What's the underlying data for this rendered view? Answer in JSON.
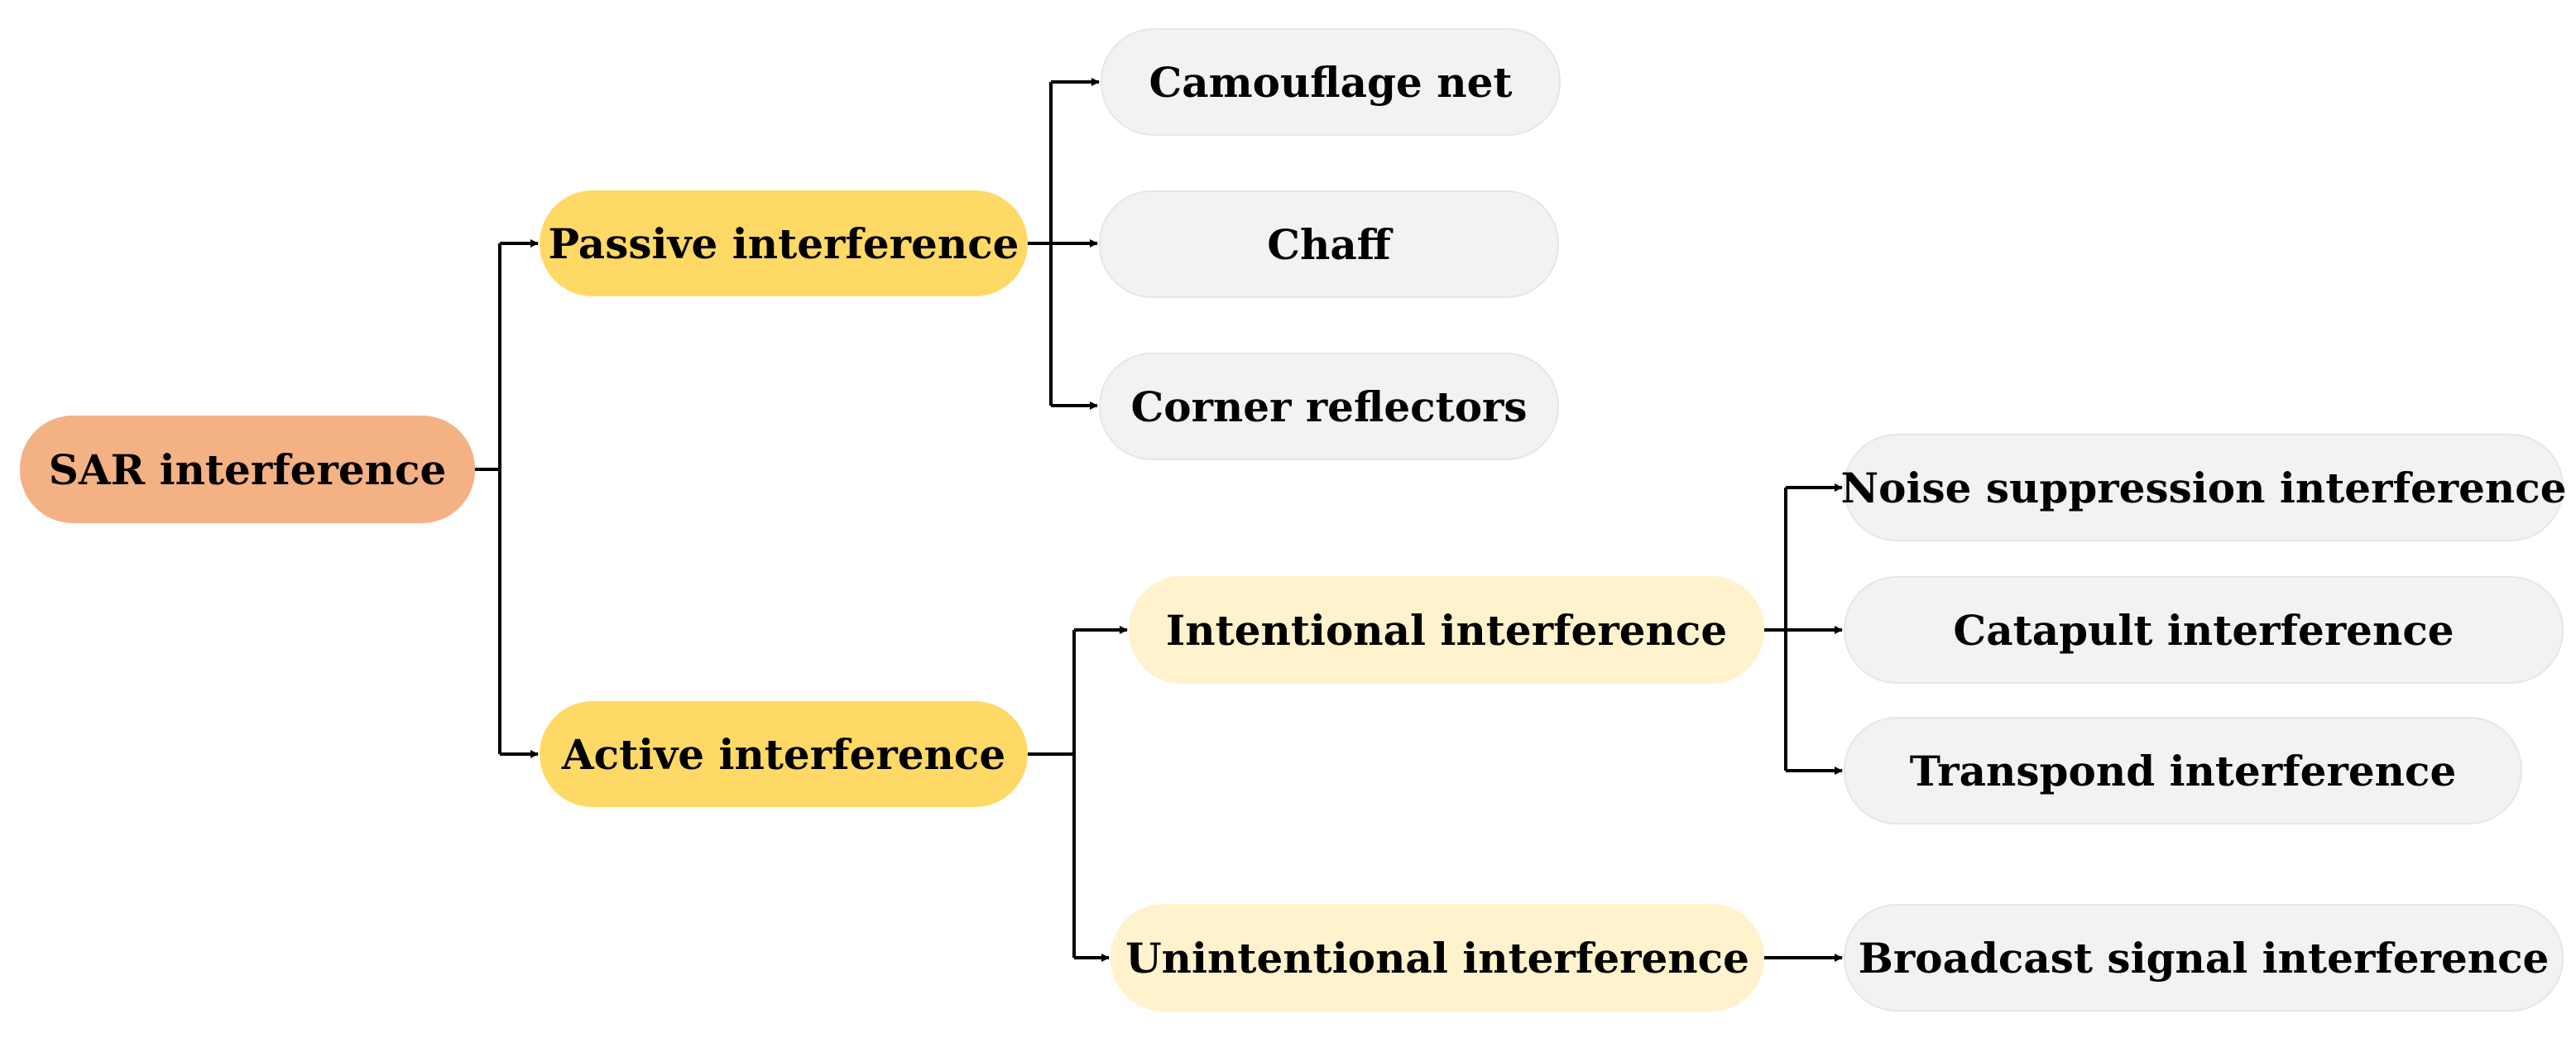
{
  "diagram": {
    "root": {
      "label": "SAR interference",
      "color": "#f4b183"
    },
    "passive": {
      "label": "Passive interference",
      "color": "#ffd966",
      "children": [
        "Camouflage net",
        "Chaff",
        "Corner reflectors"
      ]
    },
    "active": {
      "label": "Active interference",
      "color": "#ffd966",
      "intentional": {
        "label": "Intentional interference",
        "color": "#fff2cc",
        "children": [
          "Noise suppression interference",
          "Catapult interference",
          "Transpond interference"
        ]
      },
      "unintentional": {
        "label": "Unintentional interference",
        "color": "#fff2cc",
        "children": [
          "Broadcast signal interference"
        ]
      }
    },
    "leaf_color": "#f2f2f2",
    "line_color": "#000000"
  }
}
